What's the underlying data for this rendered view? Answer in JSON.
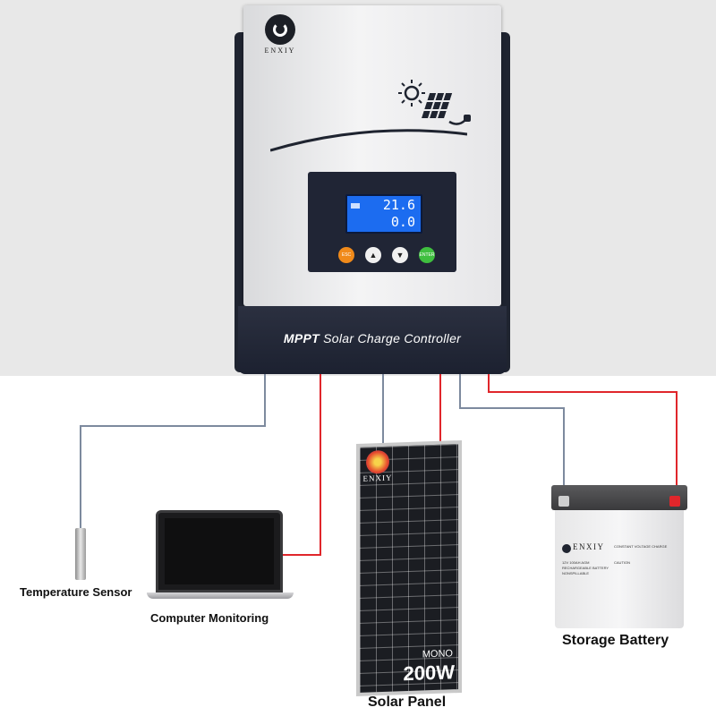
{
  "controller": {
    "brand": "ENXIY",
    "label_bold": "MPPT",
    "label_rest": " Solar Charge Controller",
    "display": {
      "line1": "21.6",
      "line2": "0.0"
    },
    "buttons": {
      "esc": "ESC",
      "up": "▲",
      "down": "▼",
      "enter": "ENTER"
    }
  },
  "solar_panel": {
    "brand": "ENXIY",
    "type": "MONO",
    "power": "200W"
  },
  "battery": {
    "brand": "ENXIY",
    "header": "CONSTANT VOLTAGE CHARGE",
    "line1": "12V 100AH AGM",
    "line2": "RECHARGEABLE BATTERY",
    "line3": "NONSPILLABLE",
    "caution": "CAUTION"
  },
  "labels": {
    "temperature_sensor": "Temperature Sensor",
    "computer_monitoring": "Computer Monitoring",
    "solar_panel": "Solar Panel",
    "storage_battery": "Storage Battery"
  },
  "colors": {
    "controller_dark": "#1f2430",
    "controller_light": "#efeff0",
    "wire_red": "#e0262b",
    "wire_gray": "#7d8a9e",
    "lcd_blue": "#1c6cf0",
    "esc_orange": "#f08a1a",
    "enter_green": "#3fbf3f"
  }
}
